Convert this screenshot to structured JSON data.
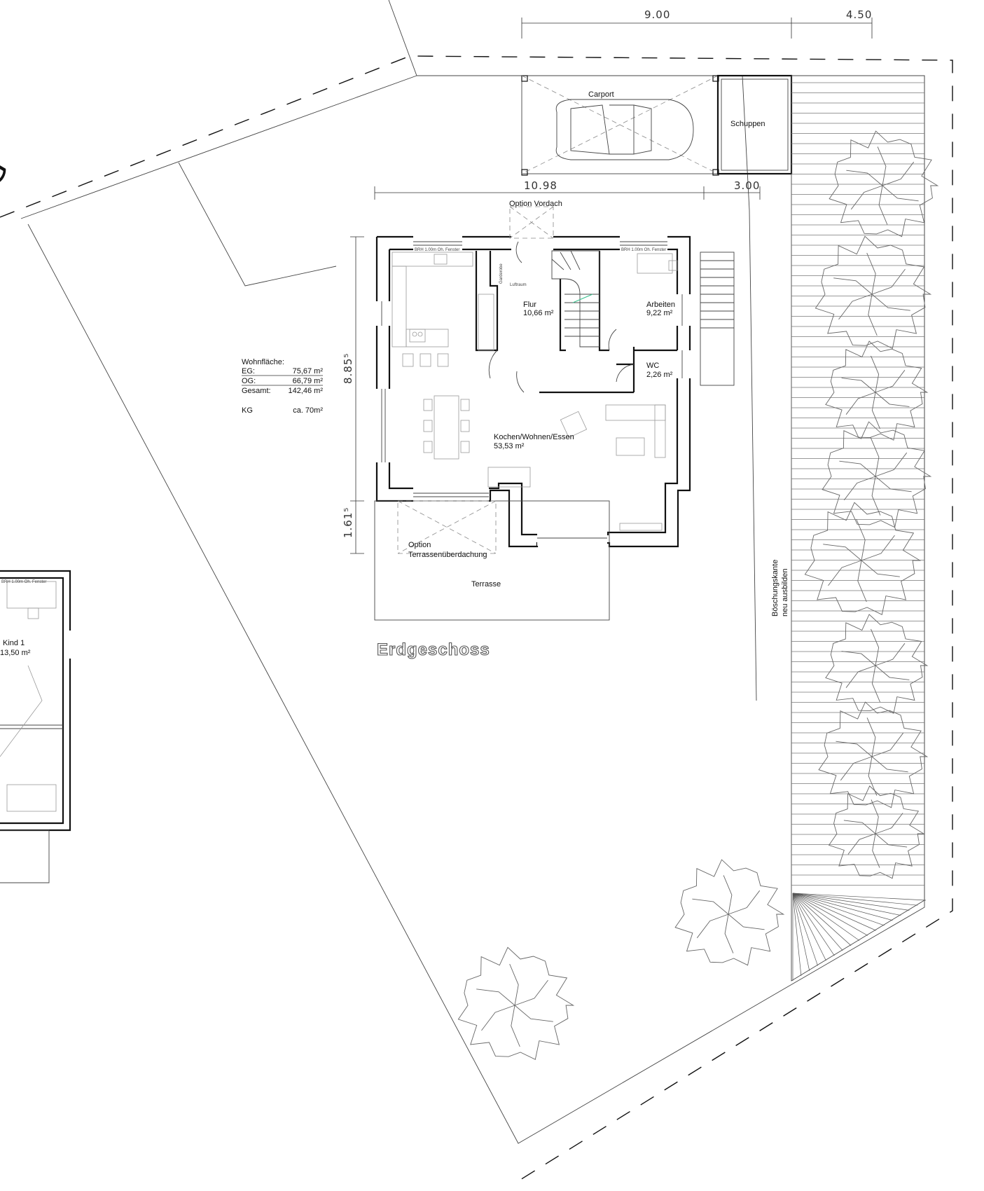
{
  "drawing": {
    "title": "Erdgeschoss",
    "road_letter": "G"
  },
  "dimensions": {
    "top_left": "9.00",
    "top_right": "4.50",
    "house_width": "10.98",
    "shed_width": "3.00",
    "house_depth": "8.85⁵",
    "terrace_depth": "1.61⁵"
  },
  "labels": {
    "carport": "Carport",
    "shed": "Schuppen",
    "option_canopy": "Option Vordach",
    "terrace_roof_line1": "Option",
    "terrace_roof_line2": "Terrassenüberdachung",
    "terrace": "Terrasse",
    "slope_line1": "Böschungskante",
    "slope_line2": "neu ausbilden",
    "window_note": "BRH 1.00m Oh. Fenster",
    "window_note_left": "BRH 1.00m Oh. Fenster",
    "window_note_right": "BRH 1.00m Oh. Fenster",
    "airspace": "Luftraum",
    "wardrobe": "Garderobe"
  },
  "rooms": {
    "flur": {
      "name": "Flur",
      "area": "10,66 m²"
    },
    "arbeiten": {
      "name": "Arbeiten",
      "area": "9,22 m²"
    },
    "wc": {
      "name": "WC",
      "area": "2,26 m²"
    },
    "kwe": {
      "name": "Kochen/Wohnen/Essen",
      "area": "53,53 m²"
    },
    "kind1": {
      "name": "Kind 1",
      "area": "13,50 m²"
    }
  },
  "area_table": {
    "heading": "Wohnfläche:",
    "rows": [
      {
        "label": "EG:",
        "value": "75,67 m²"
      },
      {
        "label": "OG:",
        "value": "66,79 m²"
      },
      {
        "label": "Gesamt:",
        "value": "142,46 m²"
      },
      {
        "label": "KG",
        "value": "ca. 70m²"
      }
    ]
  }
}
